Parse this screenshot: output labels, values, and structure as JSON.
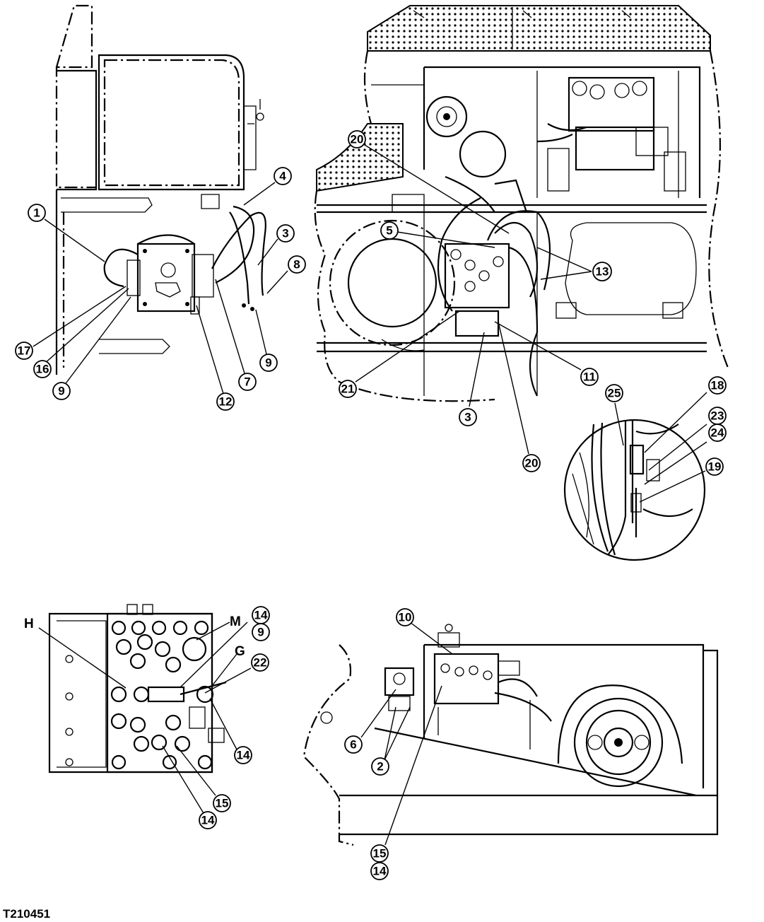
{
  "figure_id": "T210451",
  "callouts": {
    "c1": "1",
    "c4": "4",
    "c3a": "3",
    "c8": "8",
    "c17": "17",
    "c16": "16",
    "c9a": "9",
    "c12": "12",
    "c7": "7",
    "c9b": "9",
    "c20a": "20",
    "c5": "5",
    "c13": "13",
    "c11": "11",
    "c21": "21",
    "c3b": "3",
    "c20b": "20",
    "c25": "25",
    "c18": "18",
    "c23": "23",
    "c24": "24",
    "c19": "19",
    "c14a": "14",
    "c9c": "9",
    "c22": "22",
    "c14b": "14",
    "c15a": "15",
    "c14c": "14",
    "c10": "10",
    "c6": "6",
    "c2": "2",
    "c15b": "15",
    "c14d": "14"
  },
  "port_letters": {
    "H": "H",
    "M": "M",
    "G": "G"
  }
}
